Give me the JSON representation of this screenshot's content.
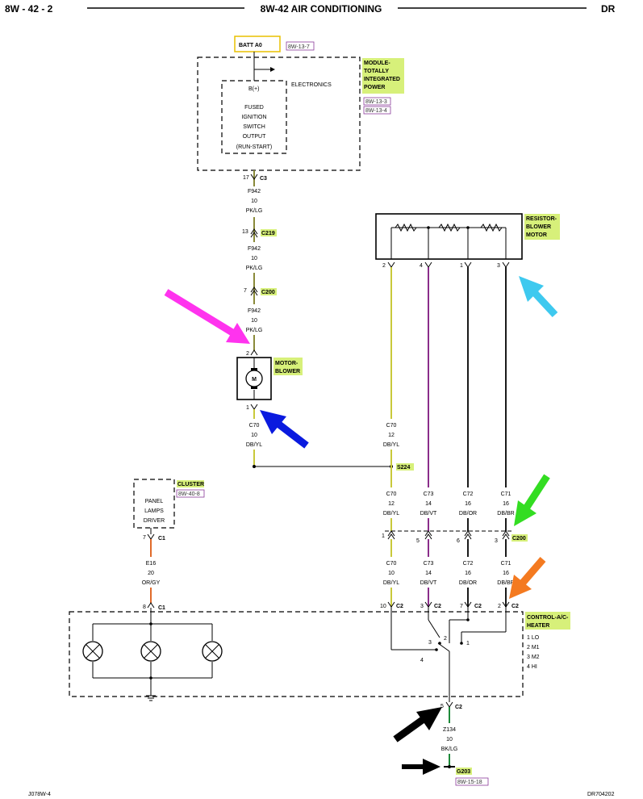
{
  "header": {
    "page_number": "8W - 42 - 2",
    "title": "8W-42 AIR CONDITIONING",
    "model": "DR"
  },
  "footer": {
    "left_code": "J078W-4",
    "right_code": "DR704202"
  },
  "components": {
    "batt": {
      "label": "BATT A0",
      "ref": "8W-13-7"
    },
    "tipm": {
      "name": [
        "MODULE-",
        "TOTALLY",
        "INTEGRATED",
        "POWER"
      ],
      "refs": [
        "8W-13-3",
        "8W-13-4"
      ],
      "bplus": "B(+)",
      "electronics": "ELECTRONICS",
      "output": [
        "FUSED",
        "IGNITION",
        "SWITCH",
        "OUTPUT",
        "(RUN-START)"
      ]
    },
    "resistor": {
      "name": [
        "RESISTOR-",
        "BLOWER",
        "MOTOR"
      ]
    },
    "blower": {
      "name": [
        "MOTOR-",
        "BLOWER"
      ],
      "symbol": "M"
    },
    "cluster": {
      "name": "CLUSTER",
      "ref": "8W-40-8",
      "driver": [
        "PANEL",
        "LAMPS",
        "DRIVER"
      ]
    },
    "control": {
      "name": [
        "CONTROL-A/C-",
        "HEATER"
      ],
      "speeds": [
        "1 LO",
        "2 M1",
        "3 M2",
        "4 HI"
      ]
    },
    "ground": {
      "label": "G203",
      "ref": "8W-15-18"
    }
  },
  "connectors": {
    "c3_pin": "17",
    "c3": "C3",
    "c219_pin": "13",
    "c219": "C219",
    "c200_pin": "7",
    "c200": "C200",
    "blower_top_pin": "2",
    "blower_bot_pin": "1",
    "res_pins": [
      "2",
      "4",
      "1",
      "3"
    ],
    "c200b_pins": [
      "1",
      "5",
      "6",
      "3"
    ],
    "c200b": "C200",
    "c2_pins": [
      "10",
      "3",
      "7",
      "2"
    ],
    "c2": "C2",
    "c1_top_pin": "7",
    "c1_bot_pin": "8",
    "c1": "C1",
    "c2_ground_pin": "5",
    "splice": "S224",
    "switch_nums": [
      "2",
      "1",
      "3",
      "4"
    ]
  },
  "wires": {
    "f942_a": [
      "F942",
      "10",
      "PK/LG"
    ],
    "f942_b": [
      "F942",
      "10",
      "PK/LG"
    ],
    "f942_c": [
      "F942",
      "10",
      "PK/LG"
    ],
    "c70_blower": [
      "C70",
      "10",
      "DB/YL"
    ],
    "c70_top": [
      "C70",
      "12",
      "DB/YL"
    ],
    "c70_mid": [
      "C70",
      "12",
      "DB/YL"
    ],
    "c73_mid": [
      "C73",
      "14",
      "DB/VT"
    ],
    "c72_mid": [
      "C72",
      "16",
      "DB/OR"
    ],
    "c71_mid": [
      "C71",
      "16",
      "DB/BR"
    ],
    "c70_low": [
      "C70",
      "10",
      "DB/YL"
    ],
    "c73_low": [
      "C73",
      "14",
      "DB/VT"
    ],
    "c72_low": [
      "C72",
      "16",
      "DB/OR"
    ],
    "c71_low": [
      "C71",
      "16",
      "DB/BR"
    ],
    "e16": [
      "E16",
      "20",
      "OR/GY"
    ],
    "z134": [
      "Z134",
      "10",
      "BK/LG"
    ]
  },
  "colors": {
    "label_highlight": "#d7f07a",
    "batt_box": "#e8c100",
    "pk_lg": "#8a8a3a",
    "db_yl": "#c9c93a",
    "db_vt": "#8a2d8a",
    "db_or": "#1a1a1a",
    "db_br": "#1a1a1a",
    "or_gy": "#e06a2a",
    "bk_lg": "#1e8a3a",
    "arrow_magenta": "#ff33ee",
    "arrow_cyan": "#3ec9ef",
    "arrow_blue": "#0a1adf",
    "arrow_green": "#33dd22",
    "arrow_orange": "#f47a20",
    "arrow_black": "#000000"
  }
}
